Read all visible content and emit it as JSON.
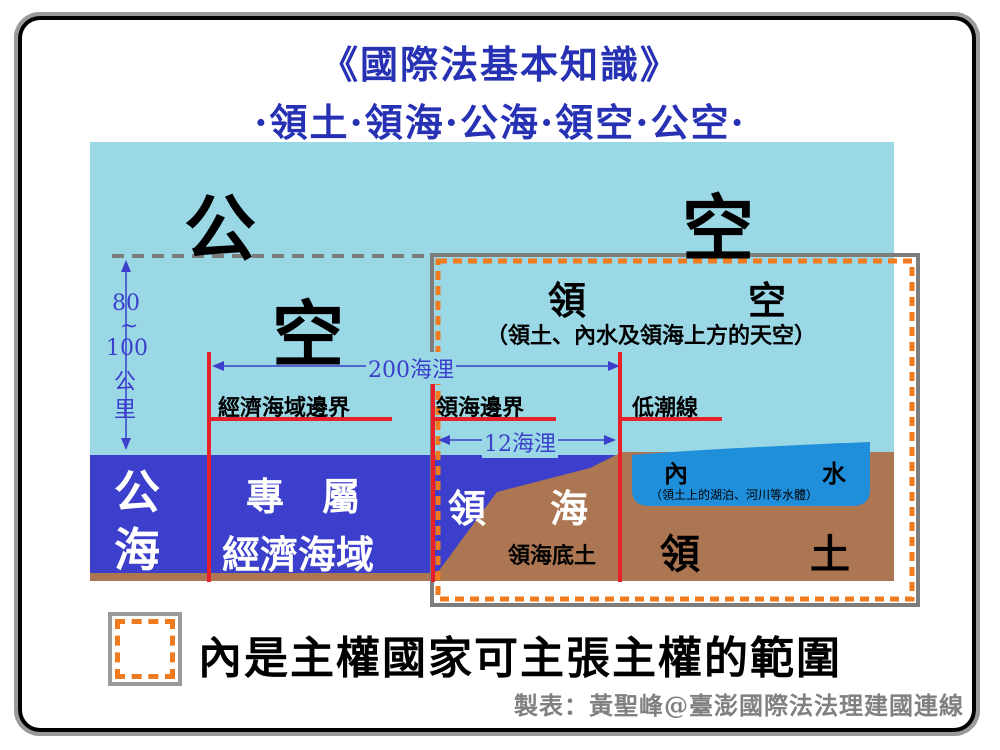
{
  "title": "《國際法基本知識》",
  "subtitle": "·領土·領海·公海·領空·公空·",
  "upper_airspace": {
    "left": "公",
    "right": "空"
  },
  "lower_airspace": "空",
  "altitude": {
    "line1": "80",
    "line2": "~",
    "line3": "100",
    "line4": "公",
    "line5": "里"
  },
  "distance_200": "200海浬",
  "distance_12": "12海浬",
  "territorial_airspace": {
    "left": "領",
    "right": "空",
    "note": "（領土、內水及領海上方的天空）"
  },
  "boundaries": {
    "eez": "經濟海域邊界",
    "territorial_sea": "領海邊界",
    "low_tide": "低潮線"
  },
  "high_seas": {
    "line1": "公",
    "line2": "海"
  },
  "eez": {
    "line1": "專　屬",
    "line2": "經濟海域"
  },
  "territorial_sea": {
    "left": "領",
    "right": "海"
  },
  "seabed": "領海底土",
  "internal_waters": {
    "left": "內",
    "right": "水",
    "note": "（領土上的湖泊、河川等水體）"
  },
  "territory": {
    "left": "領",
    "right": "土"
  },
  "legend_text": "內是主權國家可主張主權的範圍",
  "credit": "製表：黃聖峰@臺澎國際法法理建國連線",
  "colors": {
    "sky": "#9ad8e6",
    "sea": "#3b3fcb",
    "land": "#ad7652",
    "inland_water": "#1f8fdc",
    "boundary": "#e8202a",
    "sovereignty_border": "#f07a1e",
    "title": "#2731b4"
  }
}
